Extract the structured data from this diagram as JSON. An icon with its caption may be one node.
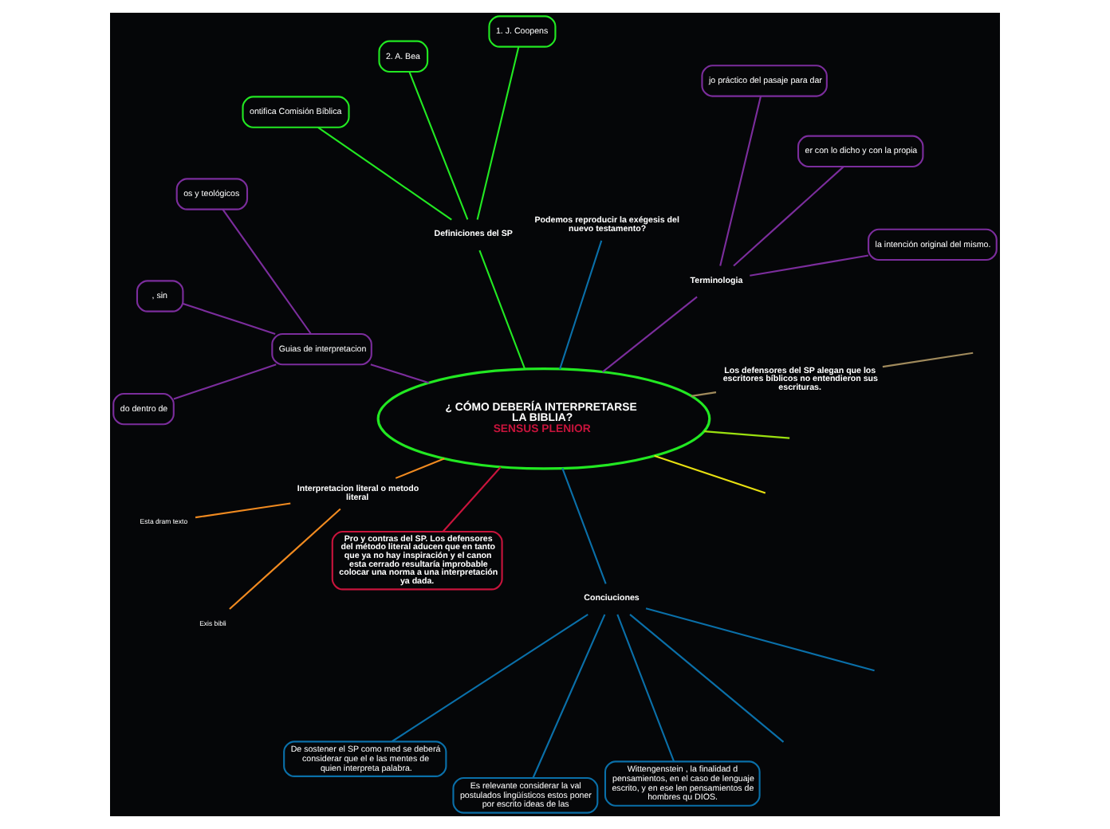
{
  "diagram": {
    "nodes": [
      {
        "text": [
          "¿ CÓMO DEBERÍA INTERPRETARSE LA BIBLIA?",
          "SENSUS PLENIOR"
        ]
      },
      {
        "text": [
          "Los defensores del SP alegan que los escritores bíblicos no entendieron sus escrituras."
        ]
      },
      {
        "text": [
          "Terminologia"
        ]
      },
      {
        "text": [
          "la intención original del mismo."
        ]
      },
      {
        "text": [
          "er con lo dicho y con la propia"
        ]
      },
      {
        "text": [
          "jo práctico del pasaje para dar"
        ]
      },
      {
        "text": [
          "Podemos reproducir la exégesis del nuevo testamento?"
        ]
      },
      {
        "text": [
          "Definiciones del SP"
        ]
      },
      {
        "text": [
          "1. J. Coopens"
        ]
      },
      {
        "text": [
          "2. A. Bea"
        ]
      },
      {
        "text": [
          "ontifica Comisión Bíblica"
        ]
      },
      {
        "text": [
          "Guias de interpretacion"
        ]
      },
      {
        "text": [
          "os y teológicos"
        ]
      },
      {
        "text": [
          ", sin"
        ]
      },
      {
        "text": [
          "do dentro de"
        ]
      },
      {
        "text": [
          "Interpretacion literal o metodo literal"
        ]
      },
      {
        "text": [
          "Esta dram texto"
        ]
      },
      {
        "text": [
          "Exis bibli"
        ]
      },
      {
        "text": [
          "Pro y contras del SP. Los defensores del método literal aducen que en tanto que ya no hay inspiración y el canon esta cerrado resultaría improbable colocar una norma a una interpretación ya dada."
        ]
      },
      {
        "text": [
          "Conciuciones"
        ]
      },
      {
        "text": [
          "De sostener el SP como med se deberá considerar que el e las mentes de quien interpreta palabra."
        ]
      },
      {
        "text": [
          "Es relevante considerar la val postulados lingüísticos estos poner por escrito ideas de las"
        ]
      },
      {
        "text": [
          "Wittengenstein , la finalidad d pensamientos, en el caso de lenguaje escrito, y en ese len pensamientos de hombres qu DIOS."
        ]
      }
    ],
    "edges": [
      {
        "from": 0,
        "to": 1,
        "arrow": "none",
        "color": "#a08a5c"
      },
      {
        "from": 1,
        "to": null,
        "arrow": "none",
        "color": "#a08a5c"
      },
      {
        "from": 0,
        "to": 2,
        "arrow": "none"
      },
      {
        "from": 2,
        "to": 3,
        "arrow": "none"
      },
      {
        "from": 2,
        "to": 4,
        "arrow": "none"
      },
      {
        "from": 2,
        "to": 5,
        "arrow": "none"
      },
      {
        "from": 0,
        "to": 6,
        "arrow": "none",
        "color": "#0a6fa8"
      },
      {
        "from": 0,
        "to": 7,
        "arrow": "none",
        "color": "#22e822"
      },
      {
        "from": 7,
        "to": 8,
        "arrow": "none",
        "color": "#22e822"
      },
      {
        "from": 7,
        "to": 9,
        "arrow": "none",
        "color": "#22e822"
      },
      {
        "from": 7,
        "to": 10,
        "arrow": "none",
        "color": "#22e822"
      },
      {
        "from": 0,
        "to": 11,
        "arrow": "none"
      },
      {
        "from": 11,
        "to": 12,
        "arrow": "none"
      },
      {
        "from": 11,
        "to": 13,
        "arrow": "none"
      },
      {
        "from": 11,
        "to": 14,
        "arrow": "none"
      },
      {
        "from": 0,
        "to": null,
        "arrow": "none",
        "color": "#e8e010"
      },
      {
        "from": 0,
        "to": null,
        "arrow": "none",
        "color": "#9be010"
      },
      {
        "from": 0,
        "to": 15,
        "arrow": "none",
        "color": "#f08a20"
      },
      {
        "from": 15,
        "to": 16,
        "arrow": "none",
        "color": "#f08a20"
      },
      {
        "from": 15,
        "to": 17,
        "arrow": "none",
        "color": "#f08a20"
      },
      {
        "from": 0,
        "to": 18,
        "arrow": "none",
        "color": "#c8143c"
      },
      {
        "from": 0,
        "to": 19,
        "arrow": "none",
        "color": "#0a6fa8"
      },
      {
        "from": 19,
        "to": 20,
        "arrow": "none",
        "color": "#0a6fa8"
      },
      {
        "from": 19,
        "to": 21,
        "arrow": "none",
        "color": "#0a6fa8"
      },
      {
        "from": 19,
        "to": 22,
        "arrow": "none",
        "color": "#0a6fa8"
      },
      {
        "from": 19,
        "to": null,
        "arrow": "none",
        "color": "#0a6fa8"
      },
      {
        "from": 19,
        "to": null,
        "arrow": "none",
        "color": "#0a6fa8"
      }
    ]
  }
}
